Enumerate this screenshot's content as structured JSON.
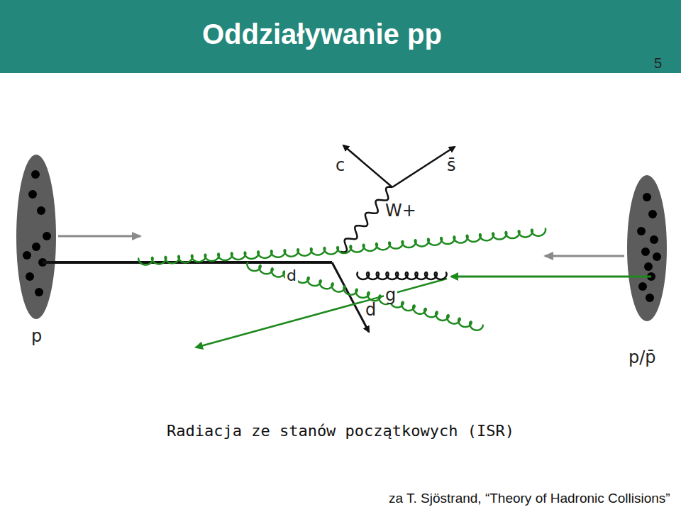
{
  "diagram": {
    "title": "Oddziaływanie pp",
    "caption": "Radiacja ze stanów początkowych (ISR)",
    "labels": [
      "5",
      "c",
      "s̄",
      "W+",
      "d",
      "g",
      "d",
      "p",
      "p/p̄",
      "za T. Sjöstrand, “Theory of Hadronic Collisions”"
    ]
  }
}
